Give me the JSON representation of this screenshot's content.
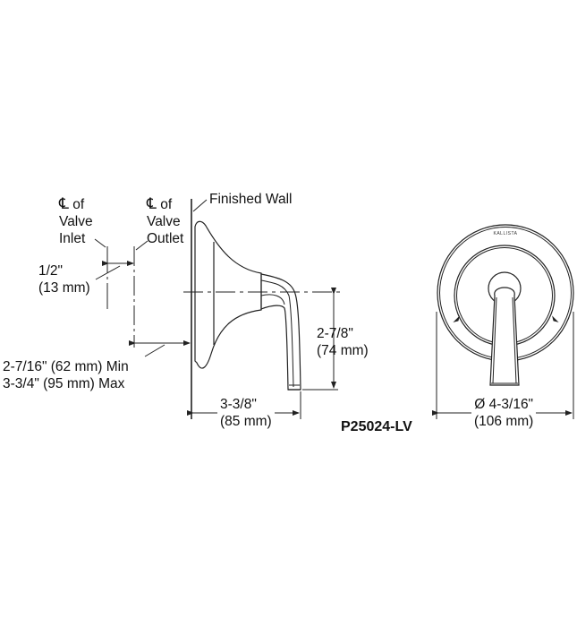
{
  "drawing": {
    "model_number": "P25024-LV",
    "brand_mark": "KALLISTA",
    "side_view": {
      "labels": {
        "finished_wall": "Finished Wall",
        "cl_inlet": [
          "CL of",
          "Valve",
          "Inlet"
        ],
        "cl_outlet": [
          "CL of",
          "Valve",
          "Outlet"
        ],
        "cl_symbol": "℄",
        "cl_of": "of",
        "valve": "Valve",
        "inlet": "Inlet",
        "outlet": "Outlet"
      },
      "dimensions": {
        "inlet_outlet_offset": {
          "imperial": "1/2\"",
          "metric": "(13 mm)"
        },
        "wall_depth_min": "2-7/16\" (62 mm) Min",
        "wall_depth_max": "3-3/4\" (95 mm) Max",
        "handle_drop": {
          "imperial": "2-7/8\"",
          "metric": "(74 mm)"
        },
        "projection": {
          "imperial": "3-3/8\"",
          "metric": "(85 mm)"
        }
      }
    },
    "front_view": {
      "dimensions": {
        "diameter": {
          "imperial": "Ø 4-3/16\"",
          "metric": "(106 mm)"
        }
      }
    }
  }
}
